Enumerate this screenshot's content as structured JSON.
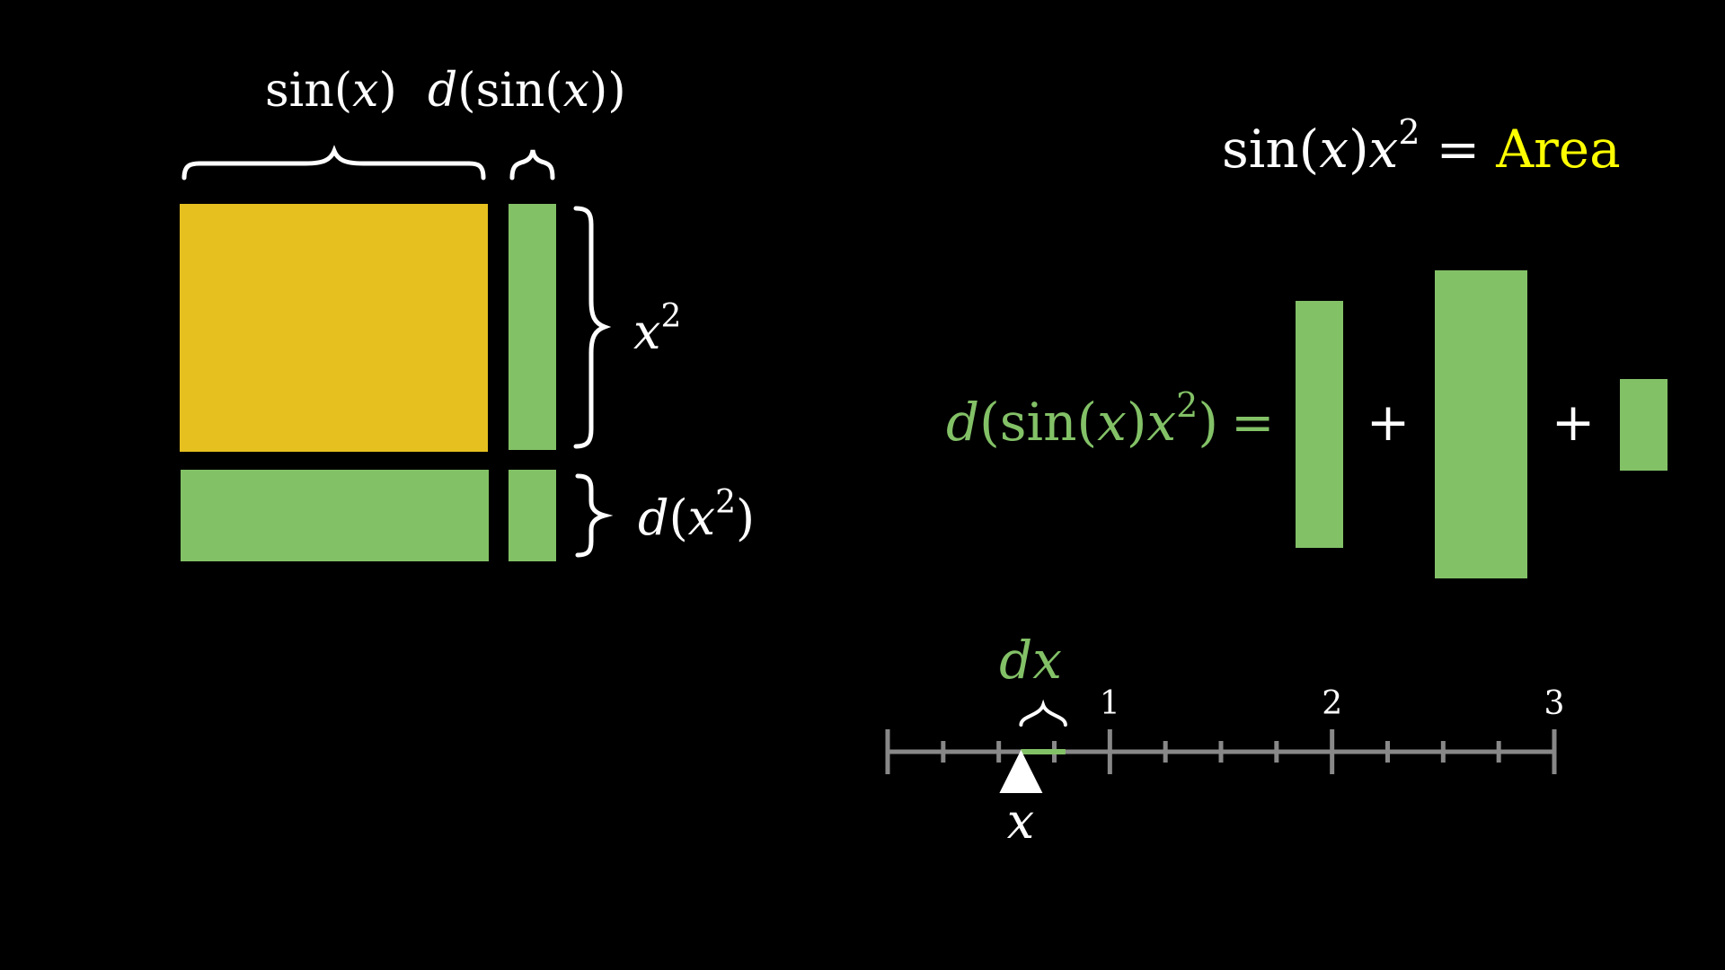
{
  "colors": {
    "background": "#000000",
    "area": "#E6C01F",
    "delta": "#83C167",
    "text": "#FFFFFF",
    "highlight": "#FFFF00",
    "axis": "#888888"
  },
  "labels": {
    "top_left_fn": "sin",
    "top_left_var": "x",
    "top_right_d": "d",
    "top_right_fn": "sin",
    "top_right_var": "x",
    "side_top_var": "x",
    "side_top_exp": "2",
    "side_bottom_d": "d",
    "side_bottom_var": "x",
    "side_bottom_exp": "2"
  },
  "equations": {
    "area_fn": "sin",
    "area_var": "x",
    "area_var2": "x",
    "area_exp": "2",
    "area_equals": "=",
    "area_word": "Area",
    "diff_d": "d",
    "diff_fn": "sin",
    "diff_var": "x",
    "diff_var2": "x",
    "diff_exp": "2",
    "diff_equals": "=",
    "plus_1": "+",
    "plus_2": "+"
  },
  "number_line": {
    "min": 0,
    "max": 3,
    "tick_step": 0.25,
    "tick_labels": [
      "1",
      "2",
      "3"
    ],
    "dx_d": "d",
    "dx_var": "x",
    "pointer_label": "x",
    "x_value": 0.6,
    "dx_value": 0.2
  },
  "icons": {
    "pointer": "triangle-pointer-icon",
    "brace": "curly-brace-icon"
  }
}
